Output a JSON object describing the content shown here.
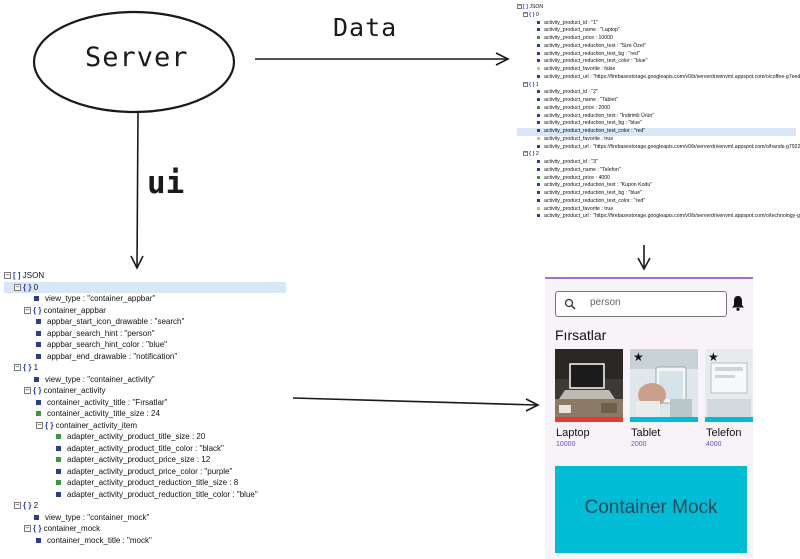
{
  "labels": {
    "server": "Server",
    "data": "Data",
    "ui": "ui"
  },
  "ui_json": {
    "root": "JSON",
    "nodes": [
      {
        "index": "0",
        "view_type": "view_type : \"container_appbar\"",
        "container": "container_appbar",
        "fields": [
          "appbar_start_icon_drawable : \"search\"",
          "appbar_search_hint : \"person\"",
          "appbar_search_hint_color : \"blue\"",
          "appbar_end_drawable : \"notification\""
        ]
      },
      {
        "index": "1",
        "view_type": "view_type : \"container_activity\"",
        "container": "container_activity",
        "fields": [
          "container_activity_title : \"Fırsatlar\"",
          "container_activity_title_size : 24"
        ],
        "item_container": "container_activity_item",
        "item_fields": [
          "adapter_activity_product_title_size : 20",
          "adapter_activity_product_title_color : \"black\"",
          "adapter_activity_product_price_size : 12",
          "adapter_activity_product_price_color : \"purple\"",
          "adapter_activity_product_reduction_title_size : 8",
          "adapter_activity_product_reduction_title_color : \"blue\""
        ]
      },
      {
        "index": "2",
        "view_type": "view_type : \"container_mock\"",
        "container": "container_mock",
        "fields": [
          "container_mock_title : \"mock\""
        ]
      }
    ]
  },
  "data_json": {
    "root": "JSON",
    "items": [
      {
        "index": "0",
        "fields": [
          "activity_product_id : \"1\"",
          "activity_product_name : \"Laptop\"",
          "activity_product_price : 10000",
          "activity_product_reduction_text : \"Size Özel\"",
          "activity_product_reduction_text_bg : \"red\"",
          "activity_product_reduction_text_color : \"blue\"",
          "activity_product_favorite : false",
          "activity_product_url : \"https://firebasestorage.googleapis.com/v0/b/serverdrivenvml.appspot.com/o/coffee-g7eed825b4_"
        ]
      },
      {
        "index": "1",
        "fields": [
          "activity_product_id : \"2\"",
          "activity_product_name : \"Tablet\"",
          "activity_product_price : 2000",
          "activity_product_reduction_text : \"İndirimli Ürün\"",
          "activity_product_reduction_text_bg : \"blue\"",
          "activity_product_reduction_text_color : \"red\"",
          "activity_product_favorite : true",
          "activity_product_url : \"https://firebasestorage.googleapis.com/v0/b/serverdrivenvml.appspot.com/o/hands-g792264a3c_"
        ]
      },
      {
        "index": "2",
        "fields": [
          "activity_product_id : \"3\"",
          "activity_product_name : \"Telefon\"",
          "activity_product_price : 4000",
          "activity_product_reduction_text : \"Kupon Kodu\"",
          "activity_product_reduction_text_bg : \"blue\"",
          "activity_product_reduction_text_color : \"red\"",
          "activity_product_favorite : true",
          "activity_product_url : \"https://firebasestorage.googleapis.com/v0/b/serverdrivenvml.appspot.com/o/technology-g2c0479_"
        ]
      }
    ]
  },
  "phone": {
    "search_hint": "person",
    "section_title": "Fırsatlar",
    "products": [
      {
        "name": "Laptop",
        "price": "10000",
        "band_color": "#e53935",
        "favorite": false
      },
      {
        "name": "Tablet",
        "price": "2000",
        "band_color": "#00bcd4",
        "favorite": true
      },
      {
        "name": "Telefon",
        "price": "4000",
        "band_color": "#00bcd4",
        "favorite": true
      }
    ],
    "container_mock_title": "Container Mock",
    "accent_color": "#00bcd4",
    "top_border_color": "#9575cd"
  }
}
